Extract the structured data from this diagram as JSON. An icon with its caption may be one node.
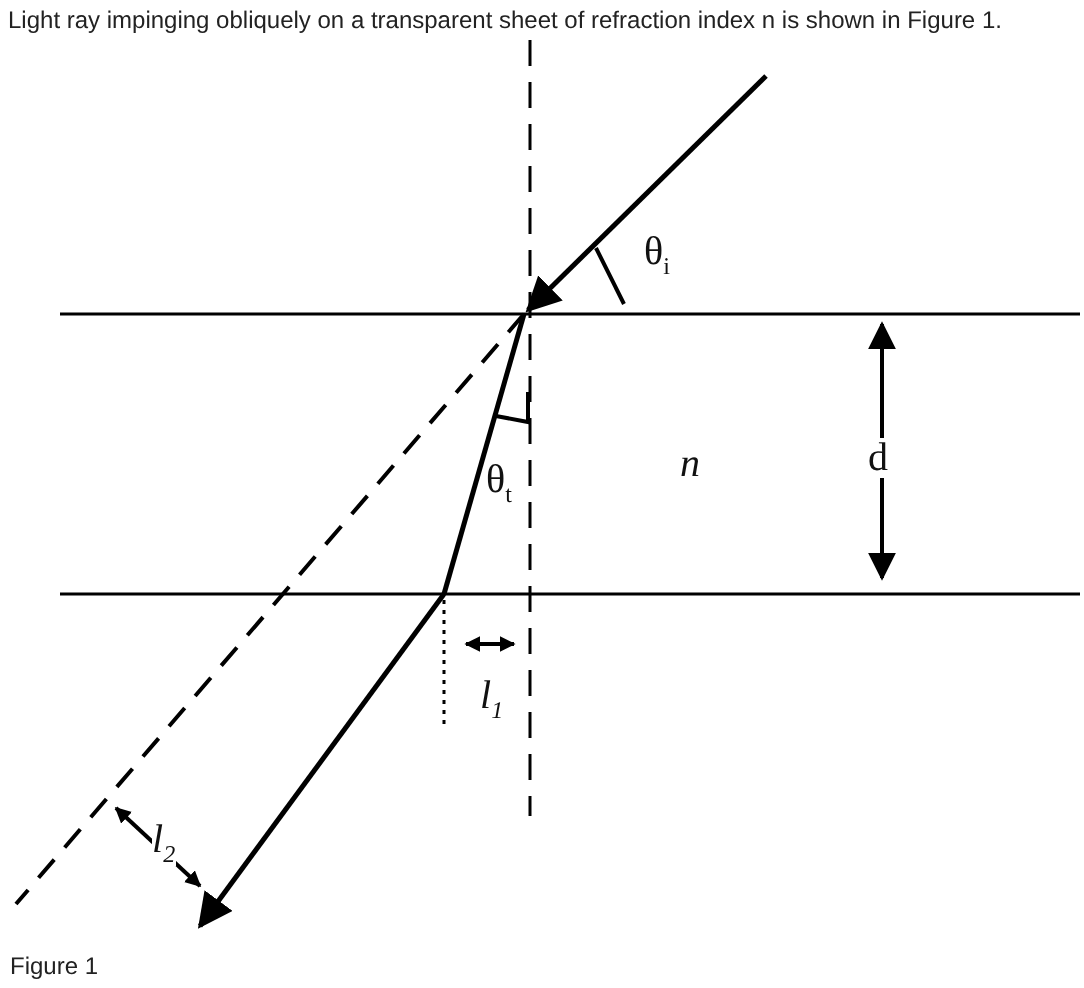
{
  "diagram": {
    "title": "Light ray impinging obliquely on a transparent sheet of refraction index n is shown in Figure 1.",
    "caption": "Figure 1",
    "labels": [
      "θ$_{i}$",
      "θ$_{t}$",
      "n",
      "d",
      "l$_{1}$",
      "l$_{2}$"
    ]
  }
}
